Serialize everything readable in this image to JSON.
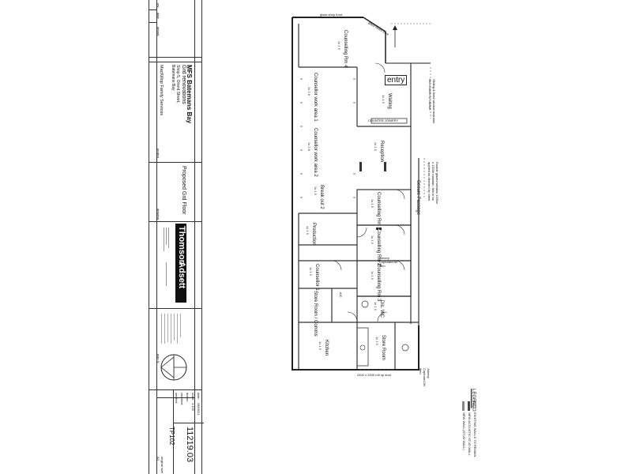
{
  "title_block": {
    "rev_labels": [
      "rev",
      "date",
      "details"
    ],
    "client_line": "MFS Batemans Bay",
    "project_line1": "Grd renovations",
    "address_line1": "Shop 5, Orient Street,",
    "address_line2": "Batemans Bay",
    "occupant_line": "MacKillop Family Services",
    "project_label": "project",
    "drawing_title": "Proposed Grd Floor",
    "drawing_label": "drawing",
    "firm_name_left": "Thomson",
    "firm_name_right": "Adsett",
    "date_label": "date:",
    "date_value": "28/09/21",
    "scale_label": "scale:",
    "scale_value": "1:100",
    "drawn_label": "drawn:",
    "checked_label": "checked:",
    "verified_label": "verified:",
    "job_number": "11219.03",
    "sheet_number": "TP102",
    "original_size_label": "original size",
    "original_size_value": "A3",
    "north_label": "plan N"
  },
  "plan": {
    "glass_shop_front": "glass shop front",
    "glass_doors": "glass doors front",
    "entry": "entry",
    "rooms": [
      {
        "name": "Counselling Rm 4",
        "area": "1x 1 9"
      },
      {
        "name": "Counsellor work area 1",
        "area": "1x 2 8"
      },
      {
        "name": "Counsellor work area 2",
        "area": "1x 2 8"
      },
      {
        "name": "Waiting",
        "area": "1x 1 9"
      },
      {
        "name": "Reception",
        "area": "1x 1 9"
      },
      {
        "name": "Break out 2",
        "area": "1x 1 9"
      },
      {
        "name": "Production",
        "area": "1x 1 9"
      },
      {
        "name": "Counselling Rm 1",
        "area": "1x 1 9"
      },
      {
        "name": "Counselling Rm 2",
        "area": "1x 1 9"
      },
      {
        "name": "Counselling Rm 3",
        "area": "1x 1 9"
      },
      {
        "name": "Counsellor 1",
        "area": "1x 1 9"
      },
      {
        "name": "Store Room / Comms",
        "area": "1x 1 9"
      },
      {
        "name": "Dis. WC",
        "area": "1x 1 9"
      },
      {
        "name": "Kitchen",
        "area": "1x 1 9"
      },
      {
        "name": "Store Room",
        "area": "1x 1 9"
      },
      {
        "name": "Secure Passage",
        "area": ""
      },
      {
        "name": "A/C",
        "area": ""
      }
    ],
    "counter_label": "COUNTER JOINERY",
    "roller_door": "2400 x 2400 roll up door",
    "notes": [
      "Sliding & fixed window maintain into counter to cabinet",
      "Double glazed window 1200w x 1200h maintain, film to be applied as directed by client",
      "Joinery Cupboard AV item",
      "Joinery Cupboard AV item"
    ]
  },
  "legend": {
    "title": "LEGEND",
    "items": [
      "NEW WALL (STUD WALL)",
      "NEW ACOUSTIC STUD WALL",
      "EXISTING WALLS TO REMAIN"
    ]
  }
}
